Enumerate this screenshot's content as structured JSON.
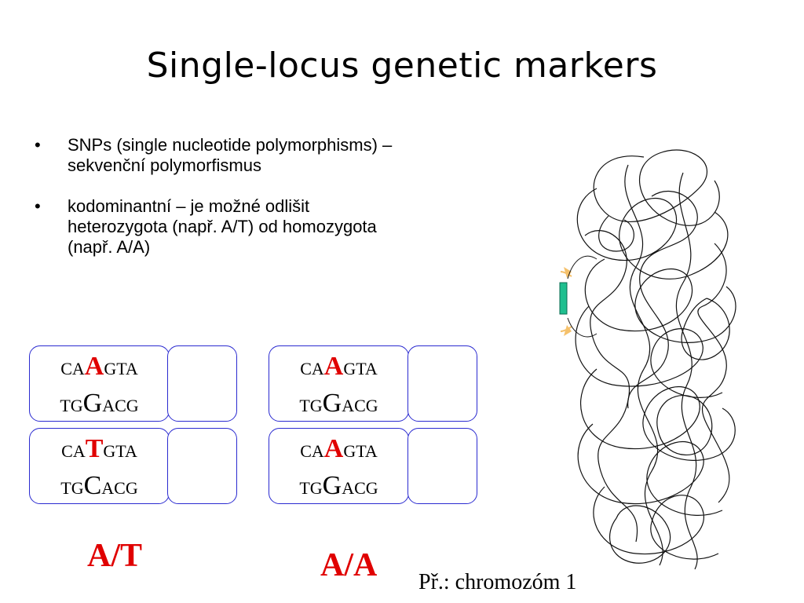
{
  "title": "Single-locus genetic markers",
  "bullets": [
    {
      "symbol": "•",
      "text_line1": "SNPs (single nucleotide polymorphisms) –",
      "text_line2": "sekvenční polymorfismus"
    },
    {
      "symbol": "•",
      "text_line1": "kodominantní – je možné odlišit",
      "text_line2": "heterozygota (např. A/T) od homozygota",
      "text_line3": "(např. A/A)"
    }
  ],
  "individual1": {
    "genotype": "A/T",
    "allele1": {
      "top_pre": "CA",
      "top_base": "A",
      "top_post": "GTA",
      "bottom_pre": "TG",
      "bottom_base": "G",
      "bottom_post": "ACG"
    },
    "allele2": {
      "top_pre": "CA",
      "top_base": "T",
      "top_post": "GTA",
      "bottom_pre": "TG",
      "bottom_base": "C",
      "bottom_post": "ACG"
    }
  },
  "individual2": {
    "genotype": "A/A",
    "allele1": {
      "top_pre": "CA",
      "top_base": "A",
      "top_post": "GTA",
      "bottom_pre": "TG",
      "bottom_base": "G",
      "bottom_post": "ACG"
    },
    "allele2": {
      "top_pre": "CA",
      "top_base": "A",
      "top_post": "GTA",
      "bottom_pre": "TG",
      "bottom_base": "G",
      "bottom_post": "ACG"
    }
  },
  "caption": "Př.: chromozóm 1",
  "colors": {
    "box_border": "#2a2ad0",
    "highlight": "#e00000",
    "marker": "#1fbf8f",
    "arrow": "#f5c16c"
  }
}
